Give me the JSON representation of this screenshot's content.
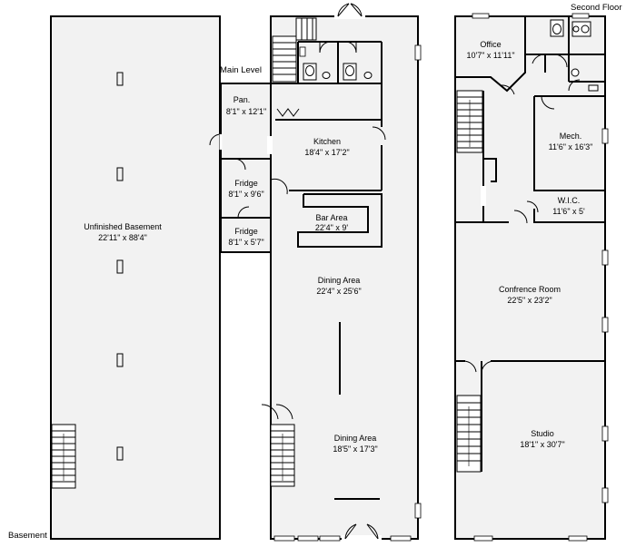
{
  "levels": {
    "basement": "Basement",
    "main": "Main Level",
    "second": "Second Floor"
  },
  "rooms": {
    "unfinished_basement": {
      "name": "Unfinished Basement",
      "size": "22'11\" x 88'4\""
    },
    "pantry": {
      "name": "Pan.",
      "size": "8'1\" x 12'1\""
    },
    "kitchen": {
      "name": "Kitchen",
      "size": "18'4\" x 17'2\""
    },
    "fridge_1": {
      "name": "Fridge",
      "size": "8'1\" x 9'6\""
    },
    "fridge_2": {
      "name": "Fridge",
      "size": "8'1\" x 5'7\""
    },
    "bar_area": {
      "name": "Bar Area",
      "size": "22'4\" x 9'"
    },
    "dining_area_1": {
      "name": "Dining Area",
      "size": "22'4\" x 25'6\""
    },
    "dining_area_2": {
      "name": "Dining Area",
      "size": "18'5\" x 17'3\""
    },
    "office": {
      "name": "Office",
      "size": "10'7\" x 11'11\""
    },
    "mech": {
      "name": "Mech.",
      "size": "11'6\" x 16'3\""
    },
    "wic": {
      "name": "W.I.C.",
      "size": "11'6\" x 5'"
    },
    "conference_room": {
      "name": "Confrence Room",
      "size": "22'5\" x 23'2\""
    },
    "studio": {
      "name": "Studio",
      "size": "18'1\" x 30'7\""
    }
  },
  "colors": {
    "floor": "#f2f2f2",
    "wall": "#000000",
    "background": "#ffffff"
  }
}
